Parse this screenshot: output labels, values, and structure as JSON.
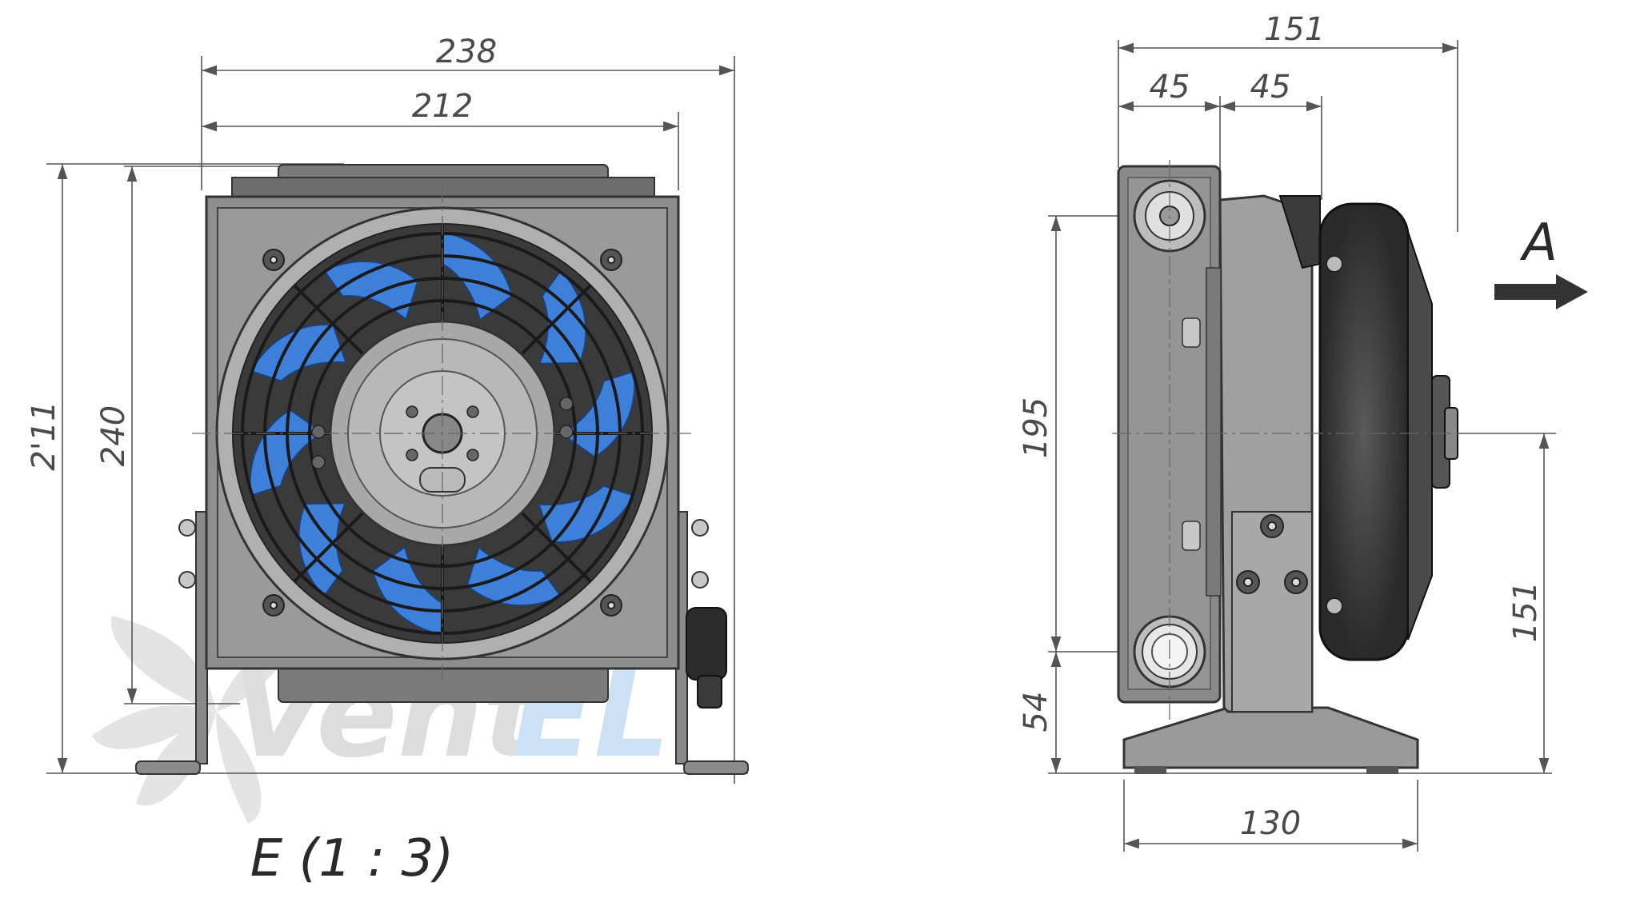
{
  "front_view": {
    "dim_overall_width": "238",
    "dim_core_width": "212",
    "dim_overall_height": "2'11",
    "dim_core_height": "240",
    "scale_label": "E (1 : 3)"
  },
  "side_view": {
    "dim_overall_depth": "151",
    "dim_core_depth": "45",
    "dim_fan_offset": "45",
    "dim_port_spacing": "195",
    "dim_lower_port_height": "54",
    "dim_axis_height": "151",
    "dim_base_width": "130",
    "view_arrow_label": "A"
  },
  "watermark": {
    "text_dark": "Vent",
    "text_accent": "EL"
  },
  "colors": {
    "line": "#555555",
    "body": "#8c8c8c",
    "dark": "#3a3a3a",
    "blade": "#3d7fd9",
    "watermark": "#d6d6d6",
    "watermark_accent": "#b9d6ef"
  }
}
